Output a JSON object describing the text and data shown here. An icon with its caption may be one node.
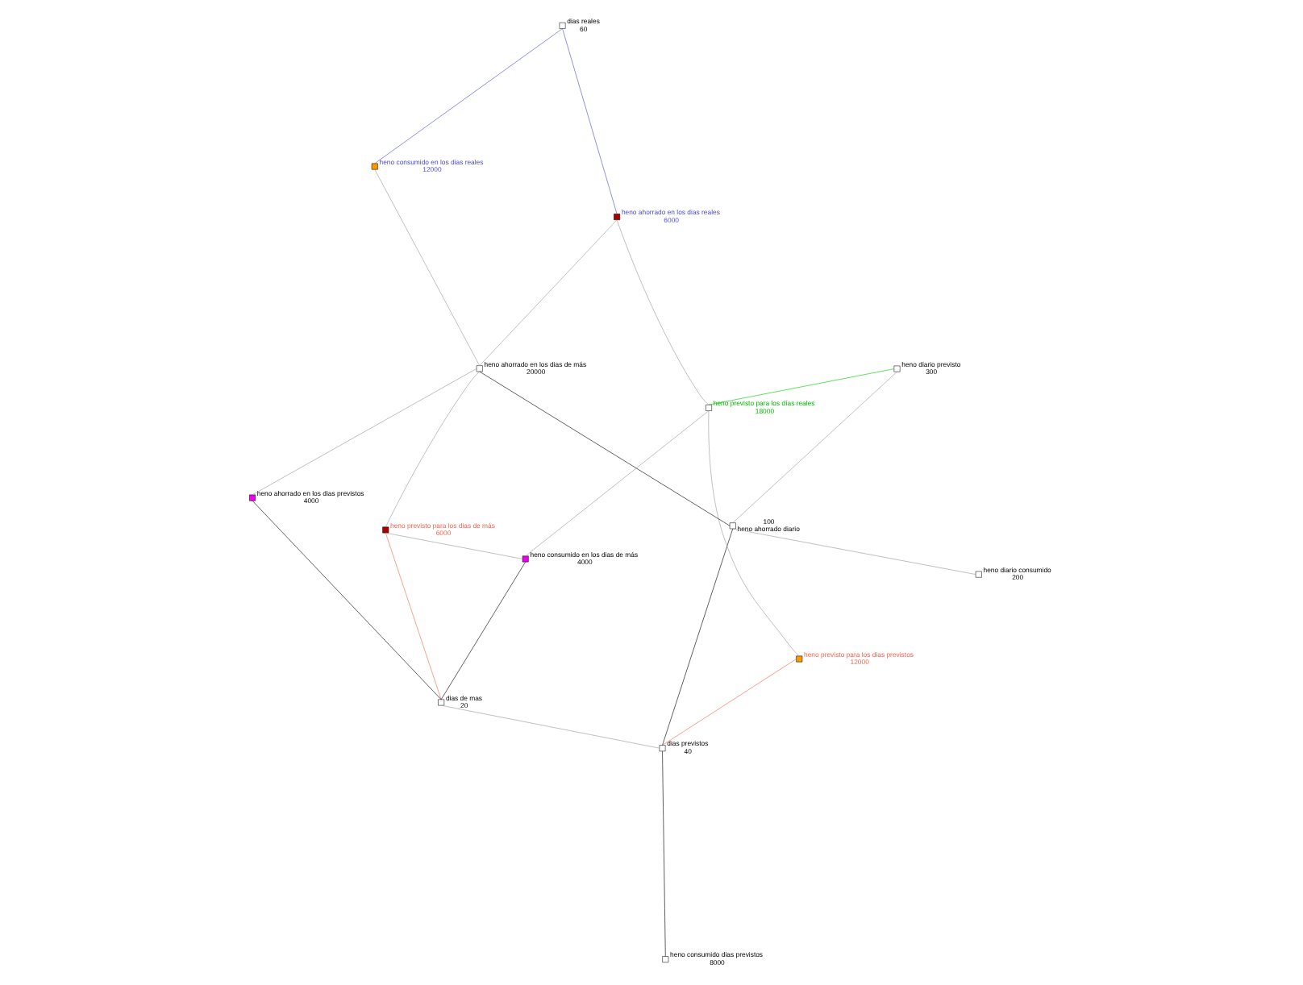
{
  "diagram": {
    "nodes": [
      {
        "text": [],
        "shape": "box",
        "beside": [
          "dias previstos",
          "40"
        ]
      },
      {
        "text": [],
        "shape": "box",
        "beside": [
          "heno diario previsto",
          "300"
        ]
      },
      {
        "text": [],
        "shape": "box",
        "beside": [
          "heno previsto para los dias de más",
          "6000"
        ]
      },
      {
        "text": [],
        "shape": "box",
        "beside": [
          "dias reales",
          "60"
        ]
      },
      {
        "text": [],
        "shape": "box",
        "beside": [
          "heno diario consumido",
          "200"
        ]
      },
      {
        "text": [],
        "shape": "box",
        "beside": [
          "heno consumido en los dias reales",
          "12000"
        ]
      },
      {
        "text": [],
        "shape": "box",
        "beside": [
          "heno previsto para los dias previstos",
          "12000"
        ]
      },
      {
        "text": [],
        "shape": "box",
        "beside": [
          "heno consumido dias previstos",
          "8000"
        ]
      },
      {
        "text": [],
        "shape": "box",
        "beside": [
          "dias de mas",
          "20"
        ]
      },
      {
        "text": [],
        "shape": "box",
        "beside": [
          "100",
          "heno ahorrado diario"
        ]
      },
      {
        "text": [],
        "shape": "box",
        "beside": [
          "heno consumido en los dias de más",
          "4000"
        ]
      },
      {
        "text": [],
        "shape": "box",
        "beside": [
          "heno ahorrado en los dias previstos",
          "4000"
        ]
      },
      {
        "text": [],
        "shape": "box",
        "beside": [
          "heno ahorrado en los dias reales",
          "6000"
        ]
      },
      {
        "text": [],
        "shape": "box",
        "beside": [
          "heno ahorrado en los dias de más",
          "20000"
        ]
      },
      {
        "text": [],
        "shape": "box",
        "beside": [
          "heno previsto para los días reales",
          "18000"
        ]
      }
    ],
    "edges": [
      {
        "from": 0,
        "to": 8,
        "arrow": "none"
      },
      {
        "from": 0,
        "to": 7,
        "arrow": "none",
        "color": "#000000"
      },
      {
        "from": 0,
        "to": 9,
        "arrow": "none",
        "color": "#000000"
      },
      {
        "from": 0,
        "to": 6,
        "arrow": "none",
        "color": "#f26651"
      },
      {
        "from": 8,
        "to": 2,
        "arrow": "none",
        "color": "#f26651"
      },
      {
        "from": 1,
        "to": 14,
        "arrow": "none",
        "color": "#00cc00"
      },
      {
        "from": 1,
        "to": 9,
        "arrow": "none"
      },
      {
        "from": 4,
        "to": 9,
        "arrow": "none"
      },
      {
        "from": 3,
        "to": 5,
        "arrow": "none",
        "color": "#4c4cd6"
      },
      {
        "from": 3,
        "to": 12,
        "arrow": "none",
        "color": "#4c4cd6"
      },
      {
        "from": 8,
        "to": 10,
        "arrow": "none",
        "color": "#000000"
      },
      {
        "from": 8,
        "to": 11,
        "arrow": "none",
        "color": "#000000"
      },
      {
        "from": 9,
        "to": 13,
        "arrow": "none",
        "color": "#000000"
      },
      {
        "from": 2,
        "to": 10,
        "arrow": "none"
      },
      {
        "from": 2,
        "to": 13,
        "arrow": "none"
      },
      {
        "from": 5,
        "to": 13,
        "arrow": "none"
      },
      {
        "from": 6,
        "to": 14,
        "arrow": "none"
      },
      {
        "from": 11,
        "to": 13,
        "arrow": "none"
      },
      {
        "from": 12,
        "to": 13,
        "arrow": "none"
      },
      {
        "from": 12,
        "to": 14,
        "arrow": "none"
      },
      {
        "from": 10,
        "to": 14,
        "arrow": "none"
      }
    ]
  }
}
